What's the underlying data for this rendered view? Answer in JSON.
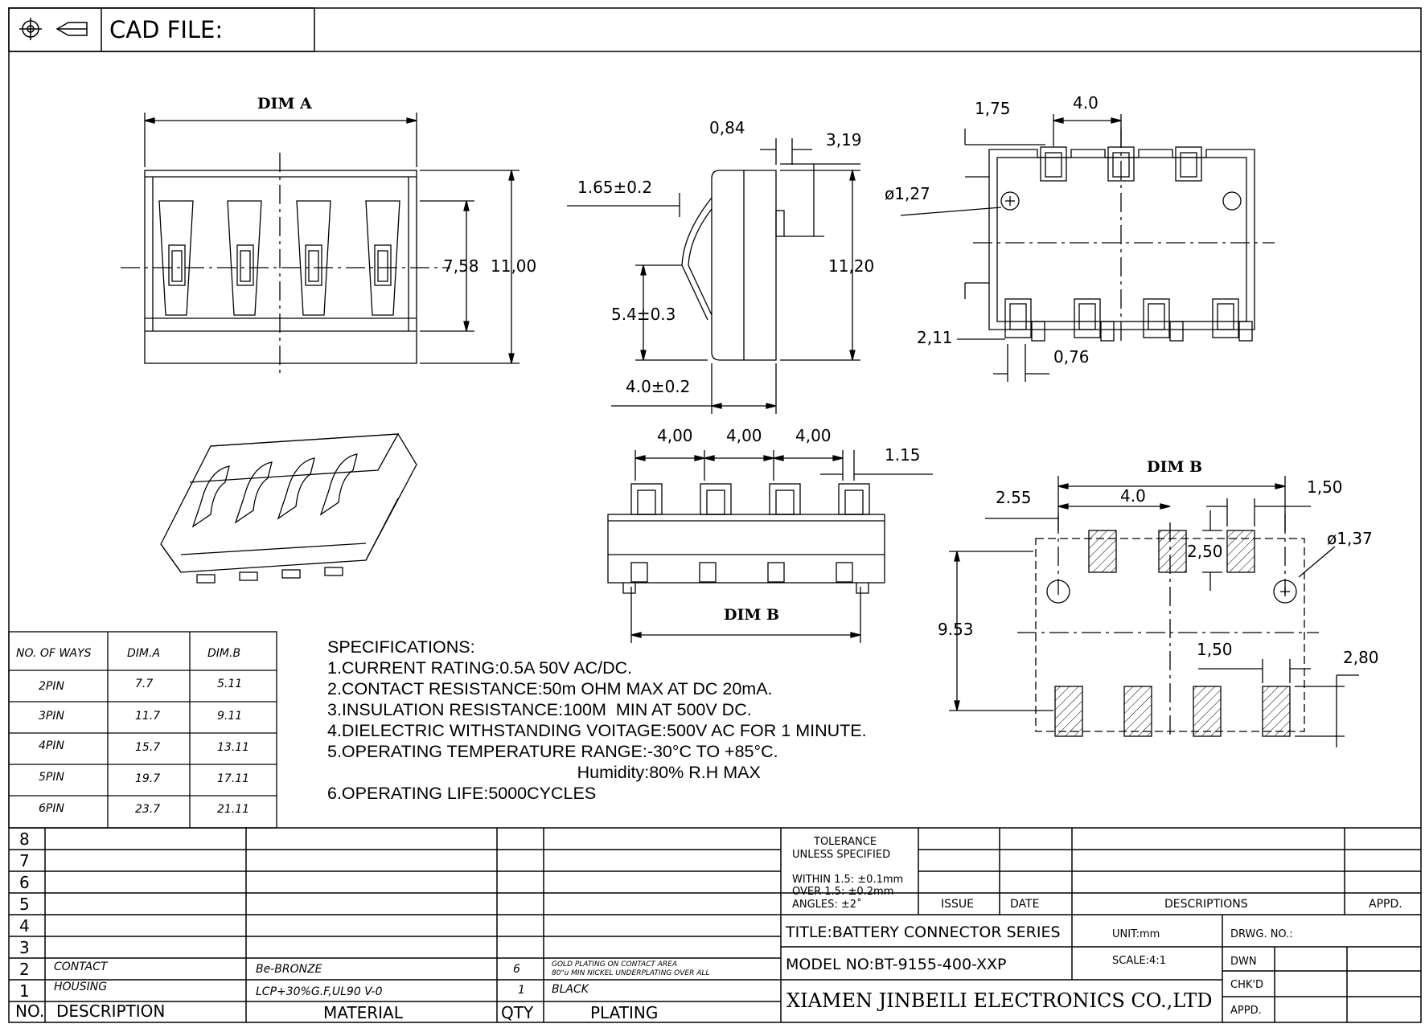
{
  "header": {
    "cad_label": "CAD FILE:"
  },
  "dimensions": {
    "dim_a": "DIM A",
    "dim_b_front": "DIM B",
    "dim_b_layout": "DIM B",
    "front_height_inner": "7,58",
    "front_height_outer": "11,00",
    "side_084": "0,84",
    "side_319": "3,19",
    "side_165": "1.65±0.2",
    "side_54": "5.4±0.3",
    "side_1120": "11,20",
    "side_40": "4.0±0.2",
    "top_175": "1,75",
    "top_40": "4.0",
    "top_d127": "ø1,27",
    "top_211": "2,11",
    "top_076": "0,76",
    "pitch_1": "4,00",
    "pitch_2": "4,00",
    "pitch_3": "4,00",
    "pitch_115": "1.15",
    "pad_255": "2.55",
    "pad_40": "4.0",
    "pad_150_top": "1,50",
    "pad_d137": "ø1,37",
    "pad_250": "2,50",
    "pad_953": "9.53",
    "pad_150_bot": "1,50",
    "pad_280": "2,80"
  },
  "ways_table": {
    "headers": [
      "NO. OF WAYS",
      "DIM.A",
      "DIM.B"
    ],
    "rows": [
      [
        "2PIN",
        "7.7",
        "5.11"
      ],
      [
        "3PIN",
        "11.7",
        "9.11"
      ],
      [
        "4PIN",
        "15.7",
        "13.11"
      ],
      [
        "5PIN",
        "19.7",
        "17.11"
      ],
      [
        "6PIN",
        "23.7",
        "21.11"
      ]
    ]
  },
  "specifications": {
    "title": "SPECIFICATIONS:",
    "lines": [
      "1.CURRENT RATING:0.5A 50V AC/DC.",
      "2.CONTACT RESISTANCE:50m OHM MAX AT DC 20mA.",
      "3.INSULATION RESISTANCE:100M  MIN AT 500V DC.",
      "4.DIELECTRIC WITHSTANDING VOITAGE:500V AC FOR 1 MINUTE.",
      "5.OPERATING TEMPERATURE RANGE:-30°C TO +85°C.",
      "                                                    Humidity:80% R.H MAX",
      "6.OPERATING LIFE:5000CYCLES"
    ]
  },
  "bom": {
    "row_numbers": [
      "8",
      "7",
      "6",
      "5",
      "4",
      "3",
      "2",
      "1"
    ],
    "items": [
      {
        "no": "2",
        "description": "CONTACT",
        "material": "Be-BRONZE",
        "qty": "6",
        "plating_1": "GOLD PLATING ON CONTACT AREA",
        "plating_2": "80\"u MIN NICKEL UNDERPLATING OVER ALL"
      },
      {
        "no": "1",
        "description": "HOUSING",
        "material": "LCP+30%G.F,UL90  V-0",
        "qty": "1",
        "plating_1": "BLACK",
        "plating_2": ""
      }
    ],
    "headers": {
      "no": "NO.",
      "description": "DESCRIPTION",
      "material": "MATERIAL",
      "qty": "QTY",
      "plating": "PLATING"
    }
  },
  "title_block": {
    "tolerance_1": "TOLERANCE",
    "tolerance_2": "UNLESS SPECIFIED",
    "within": "WITHIN 1.5: ±0.1mm",
    "over": "OVER 1.5:  ±0.2mm",
    "angles": "ANGLES: ±2˚",
    "issue": "ISSUE",
    "date": "DATE",
    "descriptions": "DESCRIPTIONS",
    "appd_header": "APPD.",
    "title": "TITLE:BATTERY CONNECTOR SERIES",
    "unit": "UNIT:mm",
    "drwg_no": "DRWG. NO.:",
    "model": "MODEL NO:BT-9155-400-XXP",
    "scale": "SCALE:4:1",
    "dwn": "DWN",
    "chkd": "CHK'D",
    "appd": "APPD.",
    "company": "XIAMEN JINBEILI ELECTRONICS CO.,LTD"
  }
}
